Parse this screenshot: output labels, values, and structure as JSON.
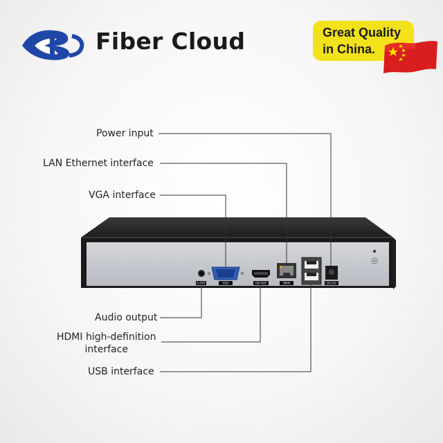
{
  "brand": {
    "name": "Fiber Cloud",
    "logo_icon": "fiber-cloud-logo-icon",
    "logo_color": "#1f47a8"
  },
  "badge": {
    "line1": "Great Quality",
    "line2": "in China.",
    "background": "#f3e21b",
    "flag_icon": "china-flag-icon"
  },
  "labels": {
    "power": "Power input",
    "lan": "LAN Ethernet interface",
    "vga": "VGA interface",
    "audio": "Audio output",
    "hdmi_line1": "HDMI high-definition",
    "hdmi_line2": "interface",
    "usb": "USB interface"
  },
  "port_tags": {
    "audio": "A-OUT",
    "vga": "VGA",
    "hdmi": "HD-OUT",
    "lan": "WAN",
    "power": "DC12V"
  }
}
